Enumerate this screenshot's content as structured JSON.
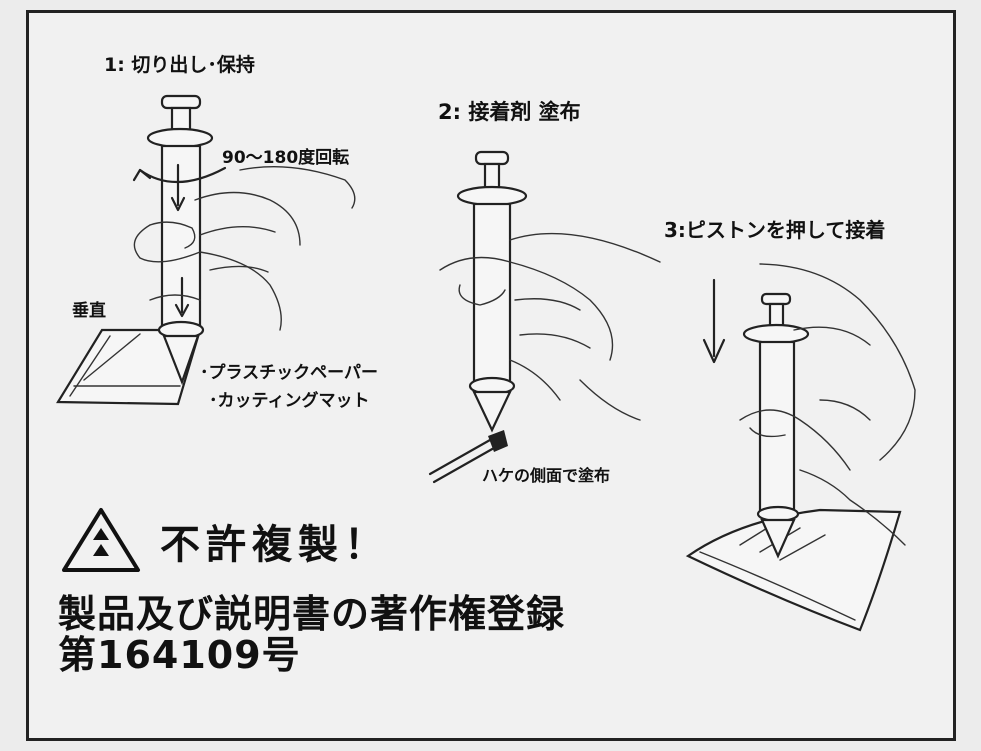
{
  "steps": {
    "step1": "1: 切り出し･保持",
    "step2": "2: 接着剤 塗布",
    "step3": "3:ピストンを押して接着"
  },
  "annotations": {
    "rotation": "90～180度回転",
    "vertical": "垂直",
    "paper": "･プラスチックペーパー",
    "mat": "･カッティングマット",
    "brush": "ハケの側面で塗布"
  },
  "notice": {
    "warning": "不許複製！",
    "copyright_line1": "製品及び説明書の著作権登録",
    "copyright_line2": "第164109号"
  },
  "icons": [
    "warning-triangle-icon",
    "down-arrow-icon"
  ]
}
